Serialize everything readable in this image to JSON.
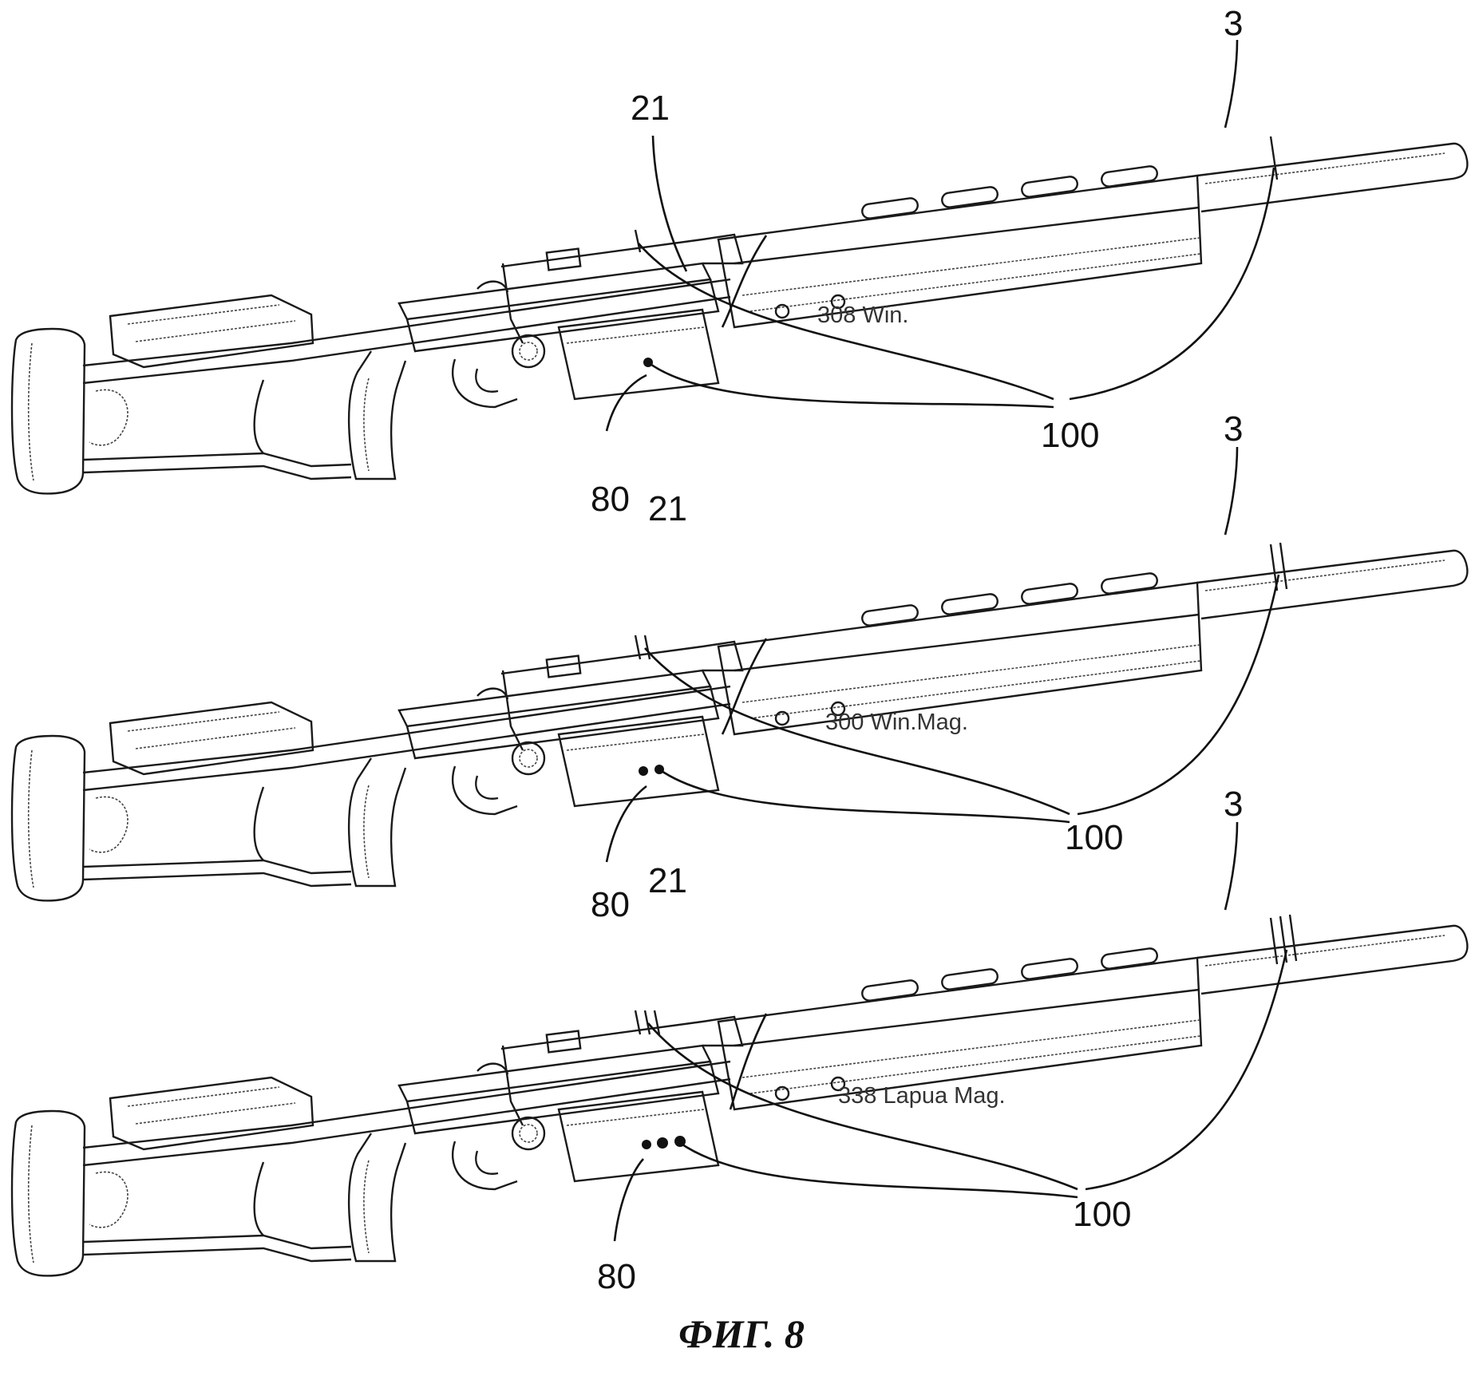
{
  "figure": {
    "caption": "ФИГ. 8",
    "rifles": [
      {
        "caliber_label": "308 Win.",
        "refs": {
          "barrel": "3",
          "receiver": "21",
          "magazine": "80",
          "marker": "100"
        },
        "marker_count": 1
      },
      {
        "caliber_label": "300 Win.Mag.",
        "refs": {
          "barrel": "3",
          "receiver": "21",
          "magazine": "80",
          "marker": "100"
        },
        "marker_count": 2
      },
      {
        "caliber_label": "338 Lapua Mag.",
        "refs": {
          "barrel": "3",
          "receiver": "21",
          "magazine": "80",
          "marker": "100"
        },
        "marker_count": 3
      }
    ]
  }
}
